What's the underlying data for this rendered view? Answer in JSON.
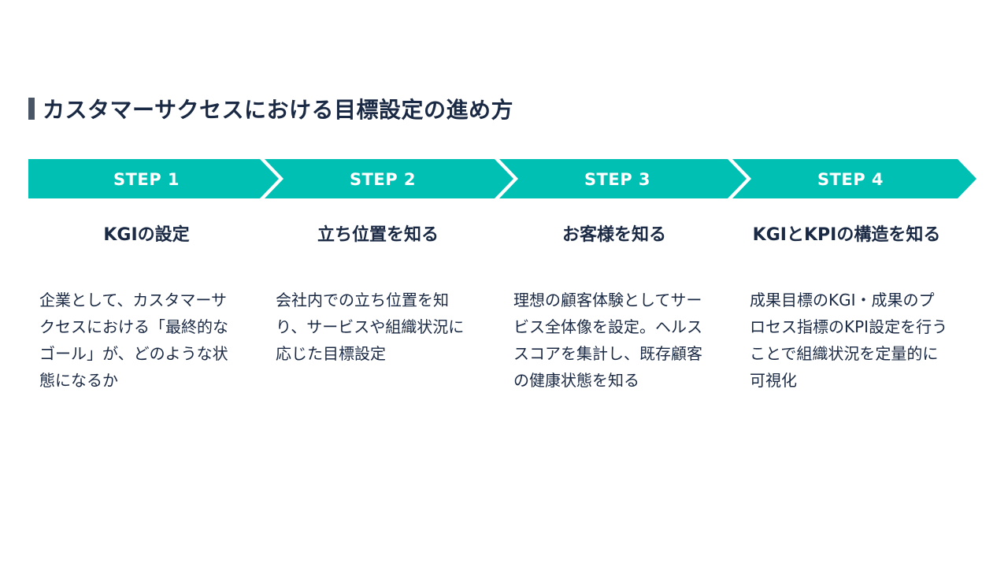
{
  "title": "カスタマーサクセスにおける目標設定の進め方",
  "colors": {
    "arrow": "#00bfb3",
    "text": "#1b2a44",
    "title_bar": "#4a5566"
  },
  "steps": [
    {
      "label": "STEP 1",
      "heading": "KGIの設定",
      "description": "企業として、カスタマーサクセスにおける「最終的なゴール」が、どのような状態になるか"
    },
    {
      "label": "STEP 2",
      "heading": "立ち位置を知る",
      "description": "会社内での立ち位置を知り、サービスや組織状況に応じた目標設定"
    },
    {
      "label": "STEP 3",
      "heading": "お客様を知る",
      "description": "理想の顧客体験としてサービス全体像を設定。ヘルススコアを集計し、既存顧客の健康状態を知る"
    },
    {
      "label": "STEP 4",
      "heading": "KGIとKPIの構造を知る",
      "description": "成果目標のKGI・成果のプロセス指標のKPI設定を行うことで組織状況を定量的に可視化"
    }
  ]
}
